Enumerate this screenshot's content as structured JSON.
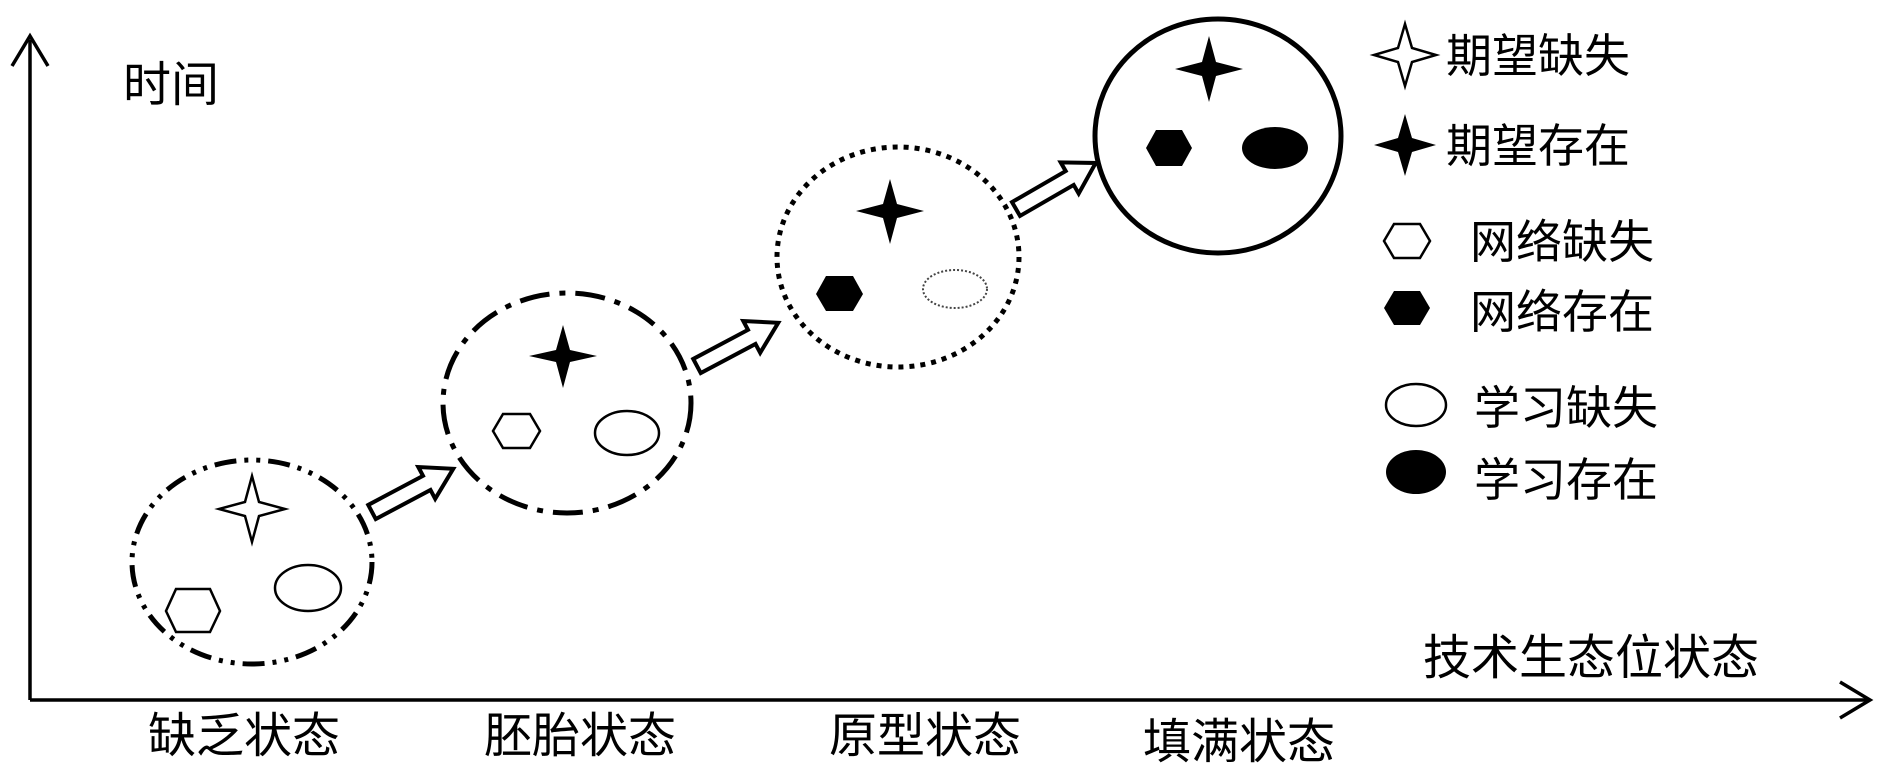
{
  "axes": {
    "y_label": "时间",
    "x_label": "技术生态位状态"
  },
  "states": [
    {
      "label": "缺乏状态",
      "border": "dash-dot-dot",
      "star": "empty",
      "network": "empty",
      "learning": "empty"
    },
    {
      "label": "胚胎状态",
      "border": "dash-dot",
      "star": "filled",
      "network": "empty",
      "learning": "empty"
    },
    {
      "label": "原型状态",
      "border": "dotted",
      "star": "filled",
      "network": "filled",
      "learning": "empty"
    },
    {
      "label": "填满状态",
      "border": "solid",
      "star": "filled",
      "network": "filled",
      "learning": "filled"
    }
  ],
  "legend": [
    {
      "symbol": "star",
      "fill": "empty",
      "label": "期望缺失"
    },
    {
      "symbol": "star",
      "fill": "filled",
      "label": "期望存在"
    },
    {
      "symbol": "hexagon",
      "fill": "empty",
      "label": "网络缺失"
    },
    {
      "symbol": "hexagon",
      "fill": "filled",
      "label": "网络存在"
    },
    {
      "symbol": "ellipse",
      "fill": "empty",
      "label": "学习缺失"
    },
    {
      "symbol": "ellipse",
      "fill": "filled",
      "label": "学习存在"
    }
  ],
  "colors": {
    "ink": "#000000",
    "paper": "#ffffff"
  }
}
